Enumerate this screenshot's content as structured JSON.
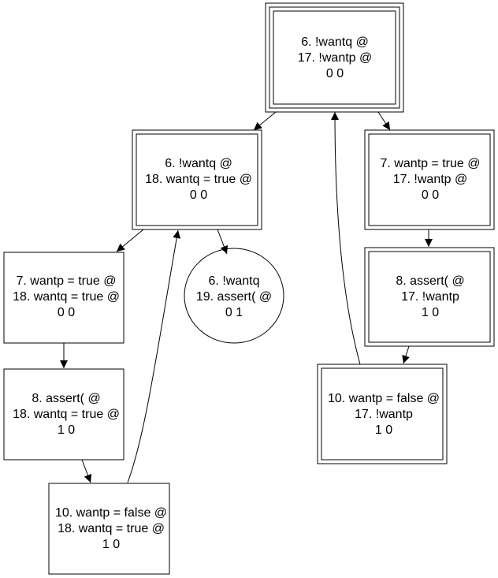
{
  "nodes": [
    {
      "id": "n1",
      "shape": "box3",
      "lines": [
        "6. !wantq @",
        "17. !wantp @",
        "0 0"
      ]
    },
    {
      "id": "n2",
      "shape": "box2",
      "lines": [
        "6. !wantq @",
        "18. wantq = true @",
        "0 0"
      ]
    },
    {
      "id": "n3",
      "shape": "box2",
      "lines": [
        "7. wantp = true @",
        "17. !wantp @",
        "0 0"
      ]
    },
    {
      "id": "n4",
      "shape": "box",
      "lines": [
        "7. wantp = true @",
        "18. wantq = true @",
        "0 0"
      ]
    },
    {
      "id": "n5",
      "shape": "ellipse",
      "lines": [
        "6. !wantq",
        "19. assert( @",
        "0 1"
      ]
    },
    {
      "id": "n6",
      "shape": "box2",
      "lines": [
        "8. assert( @",
        "17. !wantp",
        "1 0"
      ]
    },
    {
      "id": "n7",
      "shape": "box",
      "lines": [
        "8. assert( @",
        "18. wantq = true @",
        "1 0"
      ]
    },
    {
      "id": "n8",
      "shape": "box2",
      "lines": [
        "10. wantp = false @",
        "17. !wantp",
        "1 0"
      ]
    },
    {
      "id": "n9",
      "shape": "box",
      "lines": [
        "10. wantp = false @",
        "18. wantq = true @",
        "1 0"
      ]
    }
  ],
  "edges": [
    {
      "from": "n1",
      "to": "n2"
    },
    {
      "from": "n1",
      "to": "n3"
    },
    {
      "from": "n2",
      "to": "n4"
    },
    {
      "from": "n2",
      "to": "n5"
    },
    {
      "from": "n3",
      "to": "n6"
    },
    {
      "from": "n4",
      "to": "n7"
    },
    {
      "from": "n6",
      "to": "n8"
    },
    {
      "from": "n7",
      "to": "n9"
    },
    {
      "from": "n9",
      "to": "n2"
    },
    {
      "from": "n8",
      "to": "n1"
    }
  ]
}
